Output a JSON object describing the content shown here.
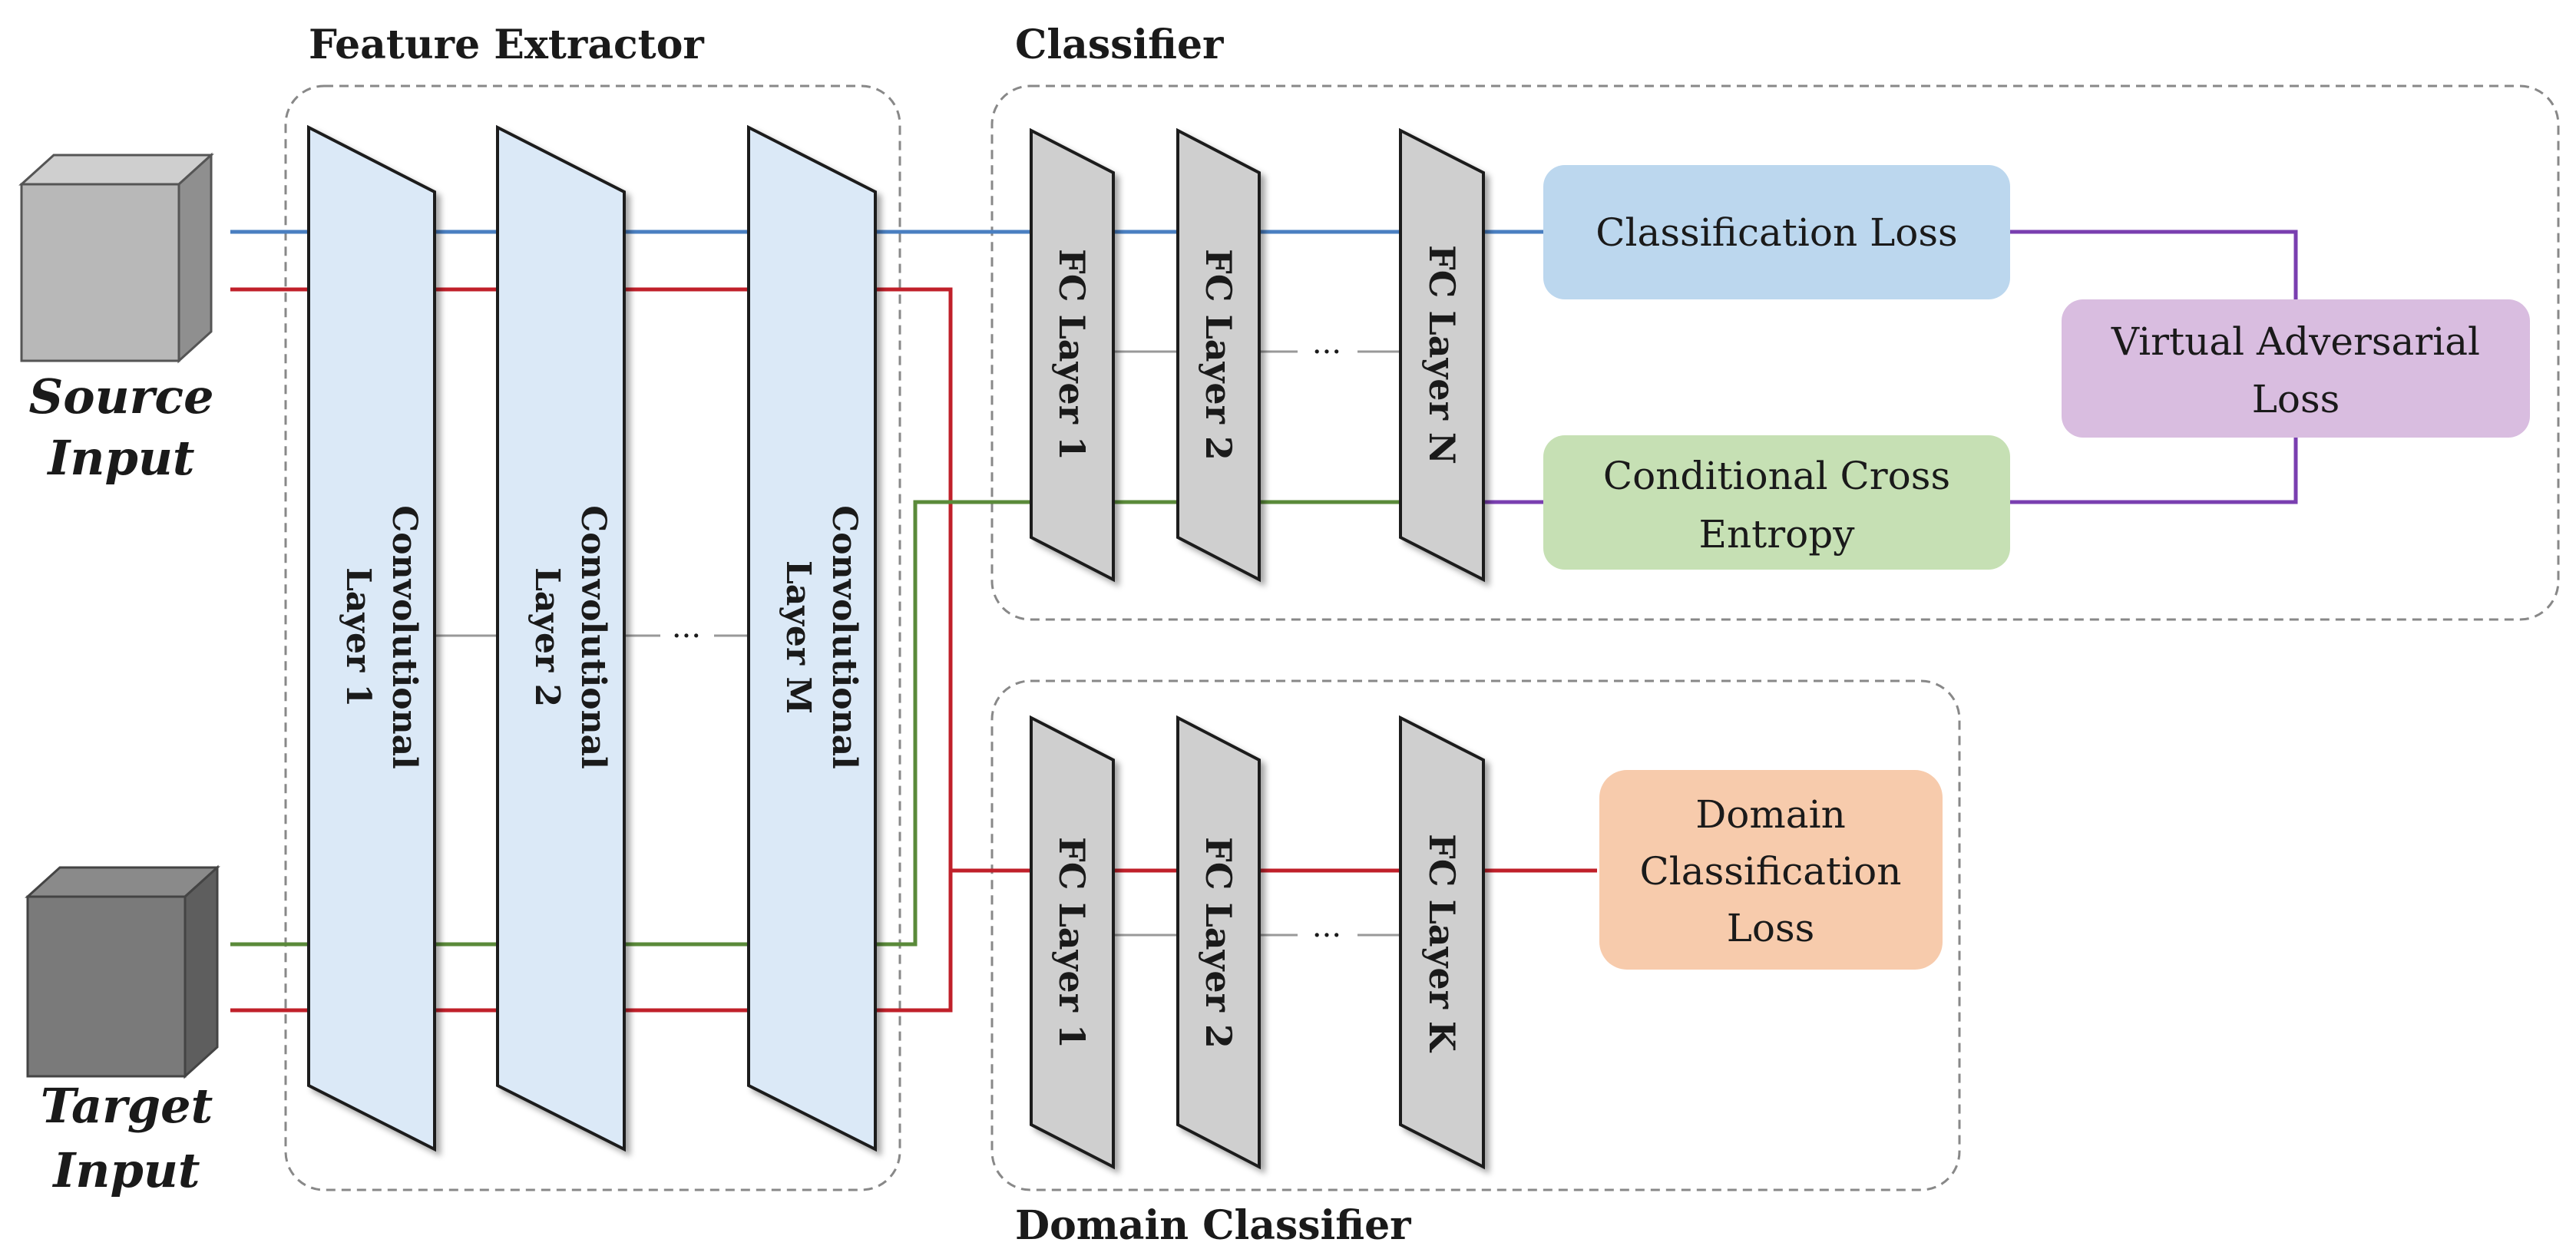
{
  "titles": {
    "feature_extractor": "Feature Extractor",
    "classifier": "Classifier",
    "domain_classifier": "Domain Classifier"
  },
  "inputs": {
    "source_line1": "Source",
    "source_line2": "Input",
    "target_line1": "Target",
    "target_line2": "Input"
  },
  "conv_layers": {
    "layer1_line1": "Convolutional",
    "layer1_line2": "Layer 1",
    "layer2_line1": "Convolutional",
    "layer2_line2": "Layer 2",
    "layerM_line1": "Convolutional",
    "layerM_line2": "Layer M",
    "ellipsis": "···"
  },
  "classifier_layers": {
    "layer1": "FC Layer 1",
    "layer2": "FC Layer 2",
    "layerN": "FC Layer N",
    "ellipsis": "···"
  },
  "domain_layers": {
    "layer1": "FC Layer 1",
    "layer2": "FC Layer 2",
    "layerK": "FC Layer K",
    "ellipsis": "···"
  },
  "losses": {
    "classification": "Classification Loss",
    "conditional_line1": "Conditional Cross",
    "conditional_line2": "Entropy",
    "vat_line1": "Virtual Adversarial",
    "vat_line2": "Loss",
    "domain_line1": "Domain",
    "domain_line2": "Classification",
    "domain_line3": "Loss"
  },
  "colors": {
    "source_flow": "#4a7fc1",
    "target_flow": "#c0202a",
    "entropy_flow": "#5a8a3a",
    "loss_flow": "#7a3fb0",
    "conv_fill": "#dbe9f7",
    "fc_fill": "#cfcfcf",
    "classification_loss_fill": "#bcd7ee",
    "conditional_fill": "#c6e0b4",
    "vat_fill": "#d9bde0",
    "domain_loss_fill": "#f7cbac"
  }
}
